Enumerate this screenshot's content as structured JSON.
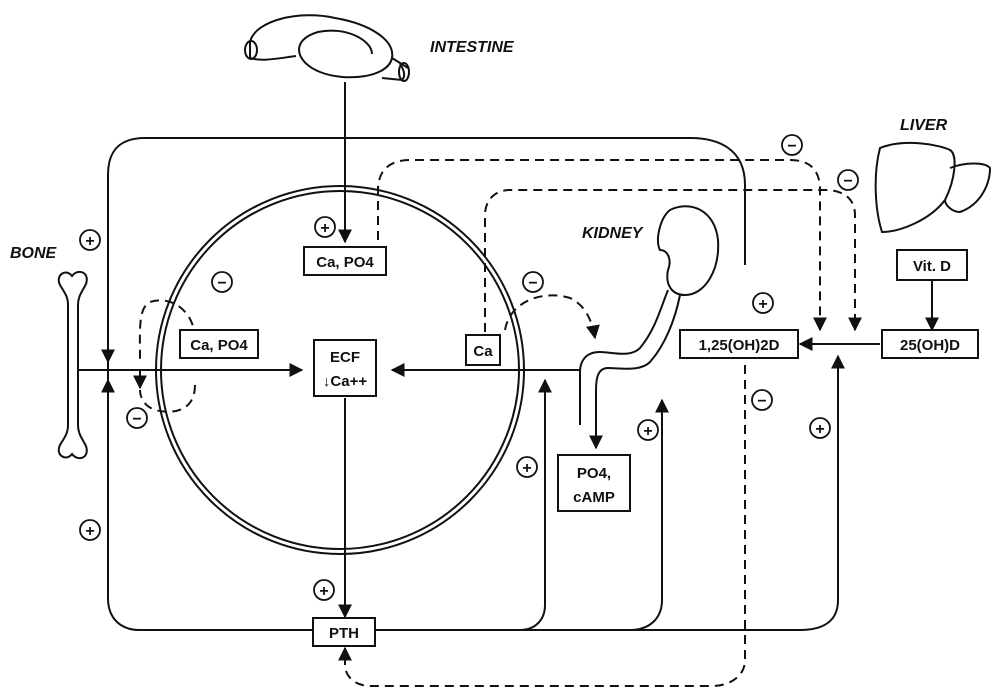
{
  "labels": {
    "intestine": "INTESTINE",
    "liver": "LIVER",
    "kidney": "KIDNEY",
    "bone": "BONE"
  },
  "boxes": {
    "ecf_line1": "ECF",
    "ecf_line2": "↓Ca++",
    "ca_po4_intestine": "Ca, PO4",
    "ca_po4_bone": "Ca, PO4",
    "ca_kidney": "Ca",
    "po4_camp_line1": "PO4,",
    "po4_camp_line2": "cAMP",
    "pth": "PTH",
    "vitd": "Vit. D",
    "d25": "25(OH)D",
    "d125": "1,25(OH)2D"
  },
  "signs": {
    "plus": "+",
    "minus": "−"
  }
}
